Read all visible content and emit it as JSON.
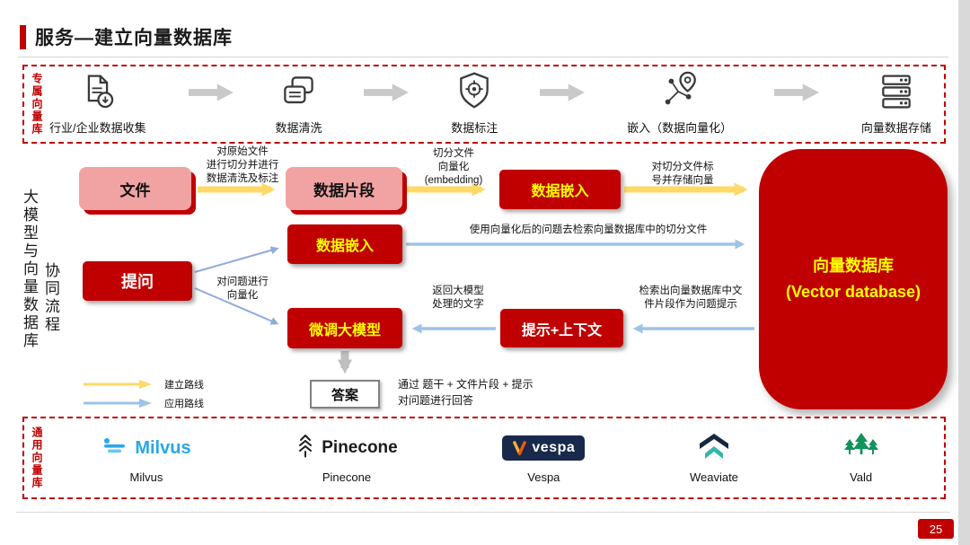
{
  "accent_color": "#C00000",
  "title": "服务—建立向量数据库",
  "page_number": "25",
  "top_pipeline": {
    "label": "专属向量库",
    "stages": [
      {
        "label": "行业/企业数据收集",
        "icon": "data-collection-icon"
      },
      {
        "label": "数据清洗",
        "icon": "data-cleaning-icon"
      },
      {
        "label": "数据标注",
        "icon": "data-annotation-icon"
      },
      {
        "label": "嵌入（数据向量化）",
        "icon": "embedding-icon"
      },
      {
        "label": "向量数据存储",
        "icon": "vector-storage-icon"
      }
    ]
  },
  "side_label": {
    "line1": "大模型与向量数据库",
    "line2": "协同流程"
  },
  "flow": {
    "file_box": "文件",
    "fragment_box": "数据片段",
    "embed_top_box": "数据嵌入",
    "embed_mid_box": "数据嵌入",
    "question_box": "提问",
    "finetune_box": "微调大模型",
    "prompt_box": "提示+上下文",
    "answer_box": "答案",
    "vector_db": "向量数据库\n(Vector database)",
    "label_split": "对原始文件\n进行切分并进行\n数据清洗及标注",
    "label_embedding": "切分文件\n向量化\n(embedding)",
    "label_store": "对切分文件标\n号并存储向量",
    "label_vectorize": "对问题进行\n向量化",
    "label_search": "使用向量化后的问题去检索向量数据库中的切分文件",
    "label_retrieve": "检索出向量数据库中文\n件片段作为问题提示",
    "label_return": "返回大模型\n处理的文字",
    "label_answer_note": "通过 题干 + 文件片段 + 提示\n对问题进行回答",
    "legend": [
      {
        "label": "建立路线",
        "color": "#FFD966"
      },
      {
        "label": "应用路线",
        "color": "#9DC3E6"
      }
    ]
  },
  "bottom_products": {
    "label": "通用向量库",
    "items": [
      {
        "logo_text": "Milvus",
        "name": "Milvus"
      },
      {
        "logo_text": "Pinecone",
        "name": "Pinecone"
      },
      {
        "logo_text": "vespa",
        "name": "Vespa"
      },
      {
        "name": "Weaviate"
      },
      {
        "name": "Vald"
      }
    ]
  }
}
